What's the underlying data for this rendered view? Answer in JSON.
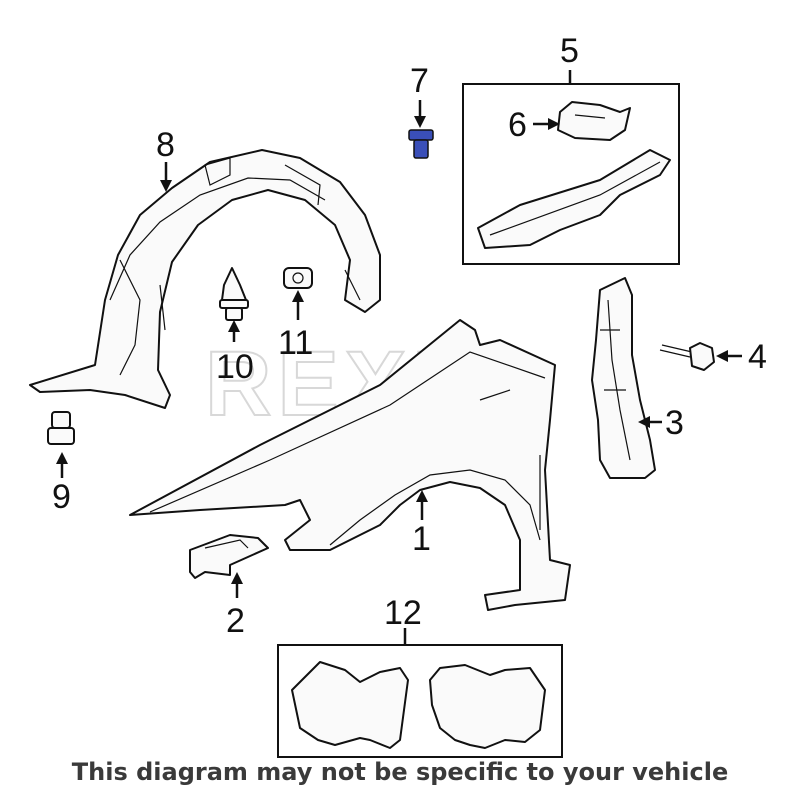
{
  "diagram": {
    "watermark": "REXKA",
    "disclaimer": "This diagram may not be specific to your vehicle",
    "callouts": {
      "c1": "1",
      "c2": "2",
      "c3": "3",
      "c4": "4",
      "c5": "5",
      "c6": "6",
      "c7": "7",
      "c8": "8",
      "c9": "9",
      "c10": "10",
      "c11": "11",
      "c12": "12"
    },
    "accent_color": "#3a4fb8"
  }
}
